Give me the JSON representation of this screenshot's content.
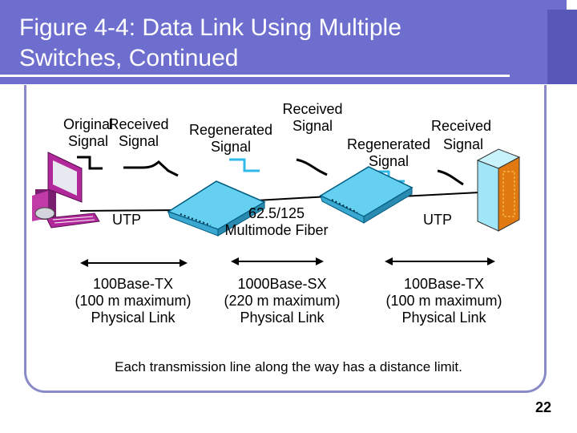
{
  "slide": {
    "title_line1": "Figure 4-4: Data Link Using Multiple",
    "title_line2": "Switches, Continued",
    "page_number": "22",
    "note": "Each transmission line along the way has a distance limit."
  },
  "signals": {
    "original": [
      "Original",
      "Signal"
    ],
    "received1": [
      "Received",
      "Signal"
    ],
    "regenerated1": [
      "Regenerated",
      "Signal"
    ],
    "received2": [
      "Received",
      "Signal"
    ],
    "regenerated2": [
      "Regenerated",
      "Signal"
    ],
    "received3": "Received"
  },
  "media": {
    "utp_left": "UTP",
    "fiber_line1": "62.5/125",
    "fiber_line2": "Multimode Fiber",
    "utp_right": "UTP"
  },
  "links": [
    {
      "line1": "100Base-TX",
      "line2": "(100 m maximum)",
      "line3": "Physical Link"
    },
    {
      "line1": "1000Base-SX",
      "line2": "(220 m maximum)",
      "line3": "Physical Link"
    },
    {
      "line1": "100Base-TX",
      "line2": "(100 m maximum)",
      "line3": "Physical Link"
    }
  ],
  "colors": {
    "header": "#6e6ece",
    "frame": "#8a8ac8",
    "switch": "#66d0f0",
    "fiber_signal": "#30b8e8",
    "server": "#a0e6f8",
    "pc_purple": "#b0289a"
  }
}
